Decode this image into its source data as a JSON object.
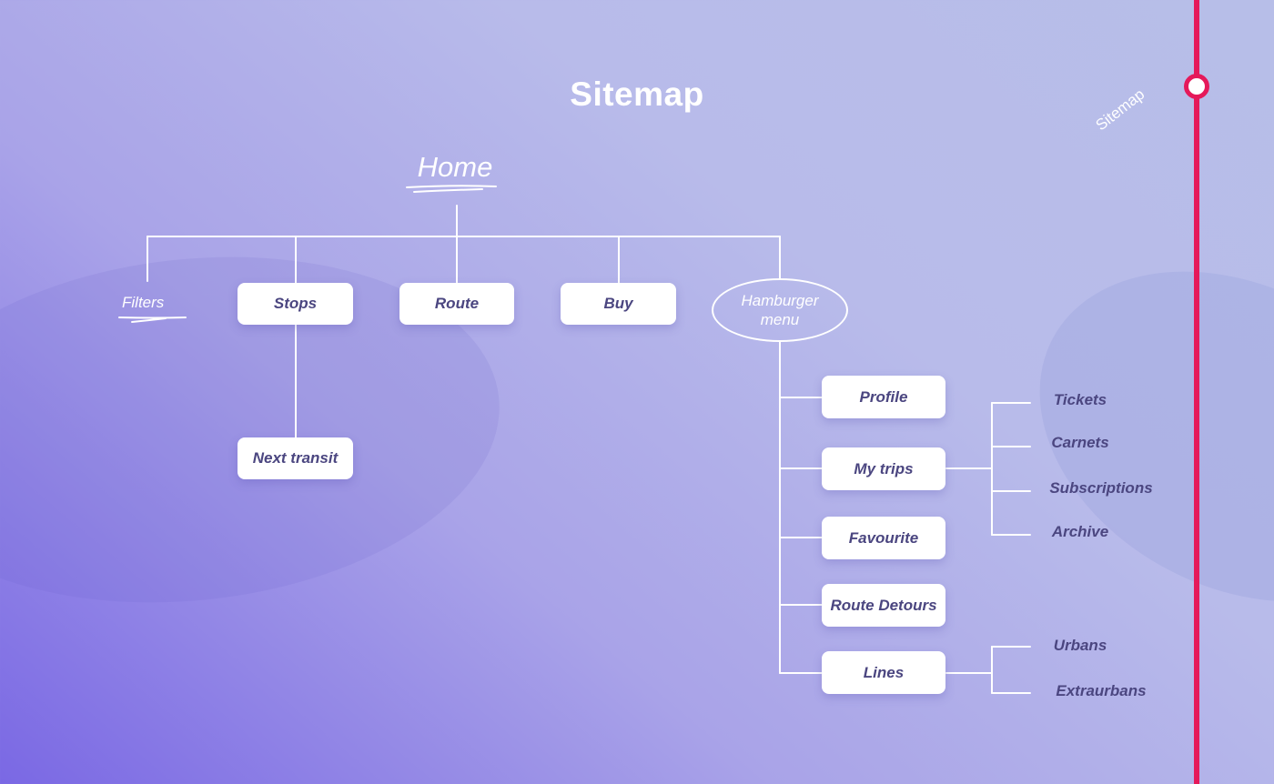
{
  "header": {
    "title": "Sitemap"
  },
  "side_nav": {
    "label": "Sitemap",
    "accent_color": "#e5195a"
  },
  "sitemap": {
    "root": "Home",
    "level1": {
      "filters": "Filters",
      "stops": "Stops",
      "route": "Route",
      "buy": "Buy",
      "hamburger_line1": "Hamburger",
      "hamburger_line2": "menu"
    },
    "stops_children": {
      "next_transit": "Next transit"
    },
    "menu_items": {
      "profile": "Profile",
      "my_trips": "My trips",
      "favourite": "Favourite",
      "route_detours": "Route Detours",
      "lines": "Lines"
    },
    "my_trips_children": {
      "tickets": "Tickets",
      "carnets": "Carnets",
      "subscriptions": "Subscriptions",
      "archive": "Archive"
    },
    "lines_children": {
      "urbans": "Urbans",
      "extraurbans": "Extraurbans"
    }
  }
}
